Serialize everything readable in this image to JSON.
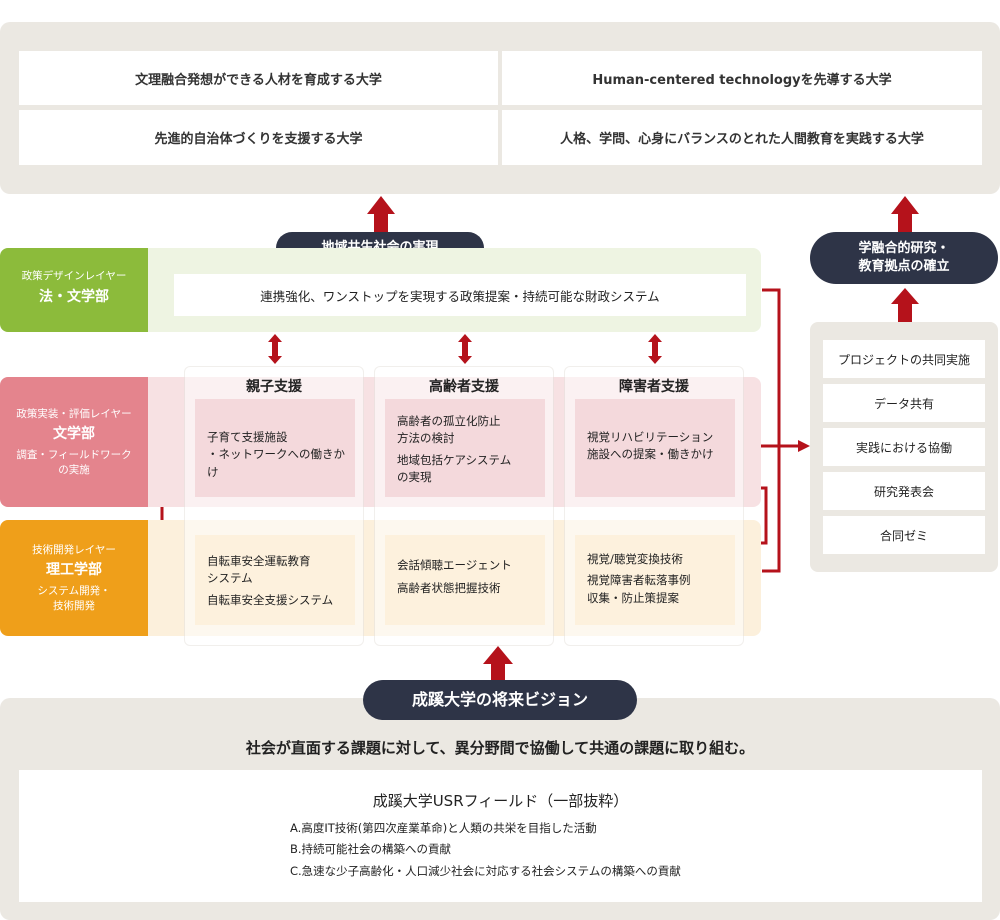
{
  "goals": [
    "文理融合発想ができる人材を育成する大学",
    "Human-centered technologyを先導する大学",
    "先進的自治体づくりを支援する大学",
    "人格、学問、心身にバランスのとれた人間教育を実践する大学"
  ],
  "pills": {
    "community": "地域共生社会の実現",
    "research_line1": "学融合的研究・",
    "research_line2": "教育拠点の確立",
    "vision": "成蹊大学の将来ビジョン"
  },
  "layers": {
    "policy": {
      "line1": "政策デザインレイヤー",
      "dept": "法・文学部",
      "content": "連携強化、ワンストップを実現する政策提案・持続可能な財政システム"
    },
    "evaluation": {
      "line1": "政策実装・評価レイヤー",
      "dept": "文学部",
      "line3": "調査・フィールドワーク",
      "line4": "の実施"
    },
    "tech": {
      "line1": "技術開発レイヤー",
      "dept": "理工学部",
      "line3": "システム開発・",
      "line4": "技術開発"
    }
  },
  "columns": [
    {
      "title": "親子支援",
      "eval": [
        "子育て支援施設",
        "・ネットワークへの働きかけ"
      ],
      "tech": [
        "自転車安全運転教育",
        "システム",
        "自転車安全支援システム"
      ]
    },
    {
      "title": "高齢者支援",
      "eval": [
        "高齢者の孤立化防止",
        "方法の検討",
        "地域包括ケアシステム",
        "の実現"
      ],
      "tech": [
        "会話傾聴エージェント",
        "高齢者状態把握技術"
      ]
    },
    {
      "title": "障害者支援",
      "eval": [
        "視覚リハビリテーション",
        "施設への提案・働きかけ"
      ],
      "tech": [
        "視覚/聴覚変換技術",
        "視覚障害者転落事例",
        "収集・防止策提案"
      ]
    }
  ],
  "side_items": [
    "プロジェクトの共同実施",
    "データ共有",
    "実践における協働",
    "研究発表会",
    "合同ゼミ"
  ],
  "bottom": {
    "headline": "社会が直面する課題に対して、異分野間で協働して共通の課題に取り組む。",
    "usr_title": "成蹊大学USRフィールド（一部抜粋）",
    "usr_items": [
      "A.高度IT技術(第四次産業革命)と人類の共栄を目指した活動",
      "B.持続可能社会の構築への貢献",
      "C.急速な少子高齢化・人口減少社会に対応する社会システムの構築への貢献"
    ]
  },
  "colors": {
    "navy": "#2e3447",
    "arrow_red": "#b5121b",
    "policy_green": "#8cbb3b",
    "eval_pink": "#e4848d",
    "tech_orange": "#ef9f1a",
    "panel_gray": "#ebe8e2"
  }
}
